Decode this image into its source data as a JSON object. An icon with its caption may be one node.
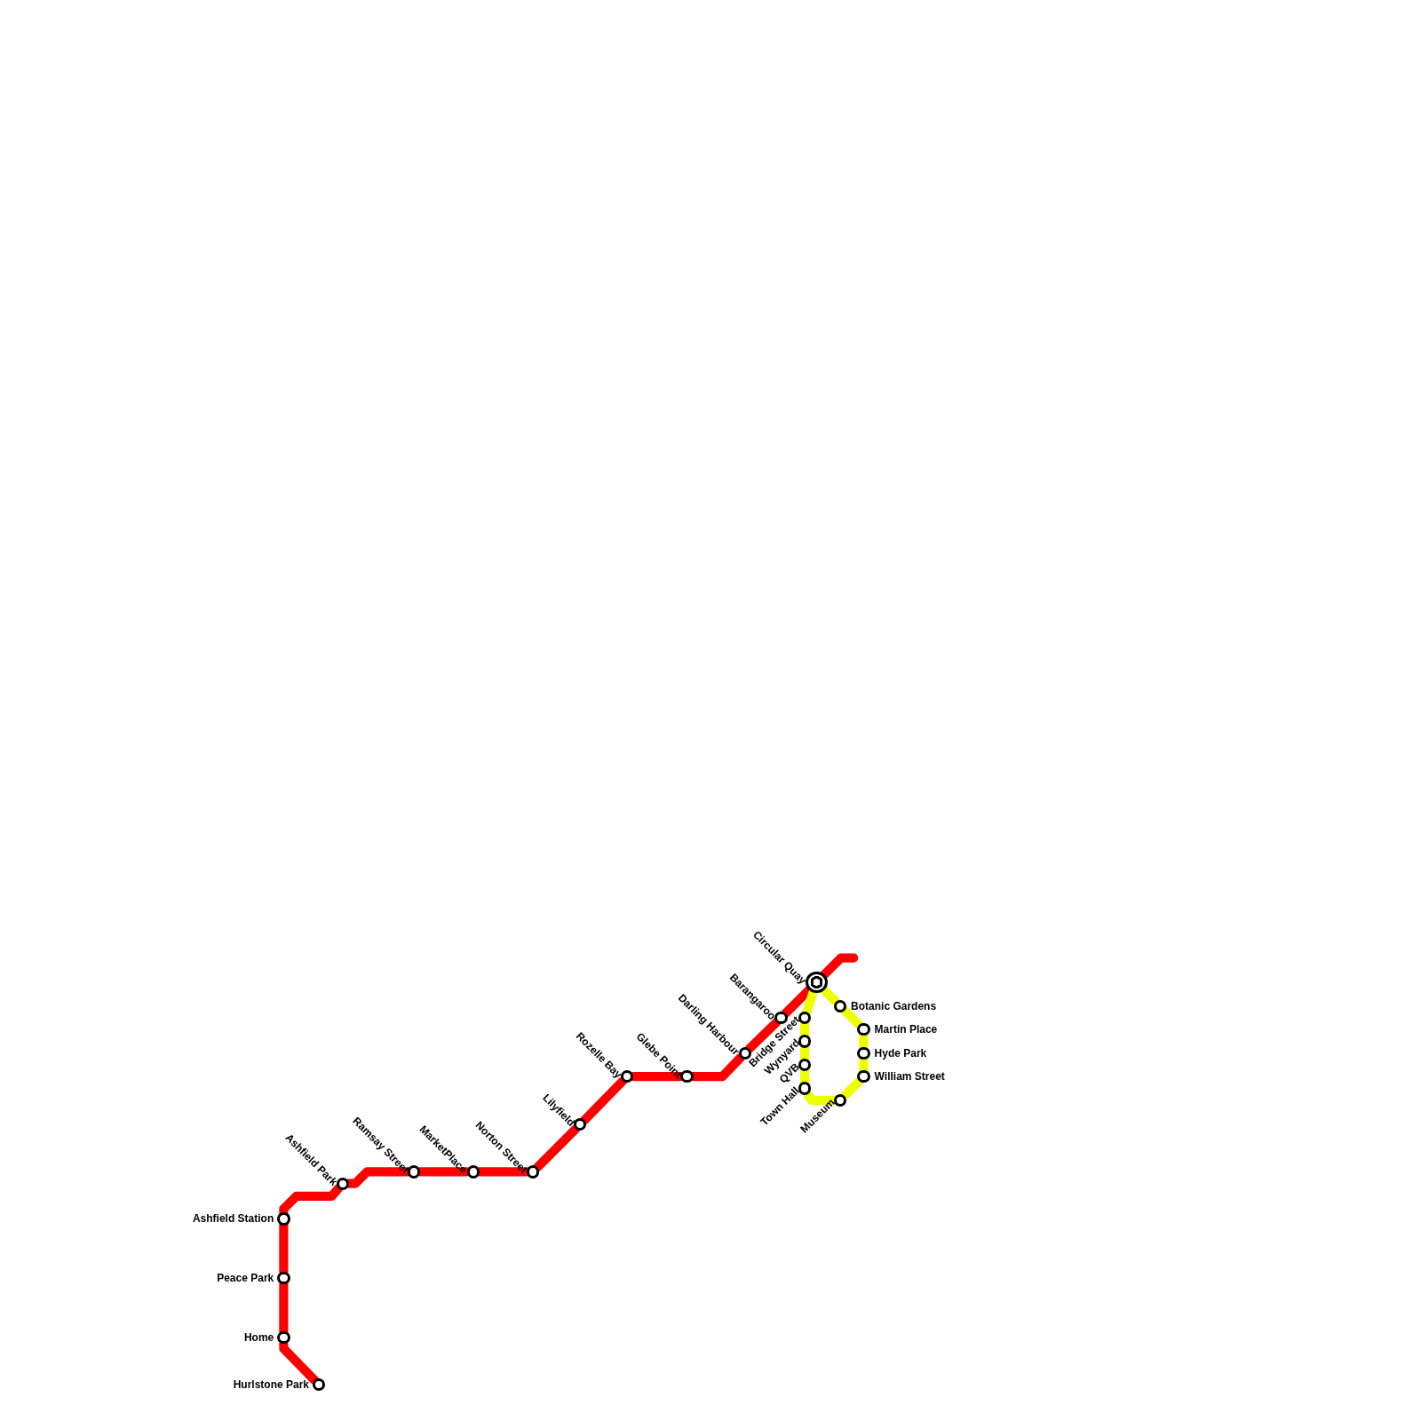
{
  "diagram": {
    "nodes": [
      {
        "text": [
          "Circular Quay"
        ]
      },
      {
        "text": [
          "Botanic Gardens"
        ]
      },
      {
        "text": [
          "Barangaroo"
        ]
      },
      {
        "text": [
          "Bridge Street"
        ]
      },
      {
        "text": [
          "Martin Place"
        ]
      },
      {
        "text": [
          "Wynyard"
        ]
      },
      {
        "text": [
          "Darling Harbour"
        ]
      },
      {
        "text": [
          "Hyde Park"
        ]
      },
      {
        "text": [
          "QVB"
        ]
      },
      {
        "text": [
          "Rozelle Bay"
        ]
      },
      {
        "text": [
          "Glebe Point"
        ]
      },
      {
        "text": [
          "William Street"
        ]
      },
      {
        "text": [
          "Town Hall"
        ]
      },
      {
        "text": [
          "Museum"
        ]
      },
      {
        "text": [
          "Lilyfield"
        ]
      },
      {
        "text": [
          "Ramsay Street"
        ]
      },
      {
        "text": [
          "MarketPlace"
        ]
      },
      {
        "text": [
          "Norton Street"
        ]
      },
      {
        "text": [
          "Ashfield Park"
        ]
      },
      {
        "text": [
          "Ashfield Station"
        ]
      },
      {
        "text": [
          "Peace Park"
        ]
      },
      {
        "text": [
          "Home"
        ]
      },
      {
        "text": [
          "Hurlstone Park"
        ]
      }
    ],
    "edges": [
      {
        "from": null,
        "to": 0,
        "arrow": "none"
      },
      {
        "from": 0,
        "to": 2,
        "arrow": "none"
      },
      {
        "from": 2,
        "to": 6,
        "arrow": "none"
      },
      {
        "from": 6,
        "to": 10,
        "arrow": "none"
      },
      {
        "from": 10,
        "to": 9,
        "arrow": "none"
      },
      {
        "from": 9,
        "to": 14,
        "arrow": "none"
      },
      {
        "from": 14,
        "to": 17,
        "arrow": "none"
      },
      {
        "from": 17,
        "to": 16,
        "arrow": "none"
      },
      {
        "from": 16,
        "to": 15,
        "arrow": "none"
      },
      {
        "from": 15,
        "to": 18,
        "arrow": "none"
      },
      {
        "from": 18,
        "to": 19,
        "arrow": "none"
      },
      {
        "from": 19,
        "to": 20,
        "arrow": "none"
      },
      {
        "from": 20,
        "to": 21,
        "arrow": "none"
      },
      {
        "from": 21,
        "to": 22,
        "arrow": "none"
      },
      {
        "from": 0,
        "to": 3,
        "arrow": "none",
        "color": "#eeff00"
      },
      {
        "from": 3,
        "to": 5,
        "arrow": "none",
        "color": "#eeff00"
      },
      {
        "from": 5,
        "to": 8,
        "arrow": "none",
        "color": "#eeff00"
      },
      {
        "from": 8,
        "to": 12,
        "arrow": "none",
        "color": "#eeff00"
      },
      {
        "from": 12,
        "to": 13,
        "arrow": "none",
        "color": "#eeff00"
      },
      {
        "from": 13,
        "to": 11,
        "arrow": "none",
        "color": "#eeff00"
      },
      {
        "from": 11,
        "to": 7,
        "arrow": "none",
        "color": "#eeff00"
      },
      {
        "from": 7,
        "to": 4,
        "arrow": "none",
        "color": "#eeff00"
      },
      {
        "from": 4,
        "to": 1,
        "arrow": "none",
        "color": "#eeff00"
      },
      {
        "from": 1,
        "to": 0,
        "arrow": "none",
        "color": "#eeff00"
      }
    ]
  }
}
